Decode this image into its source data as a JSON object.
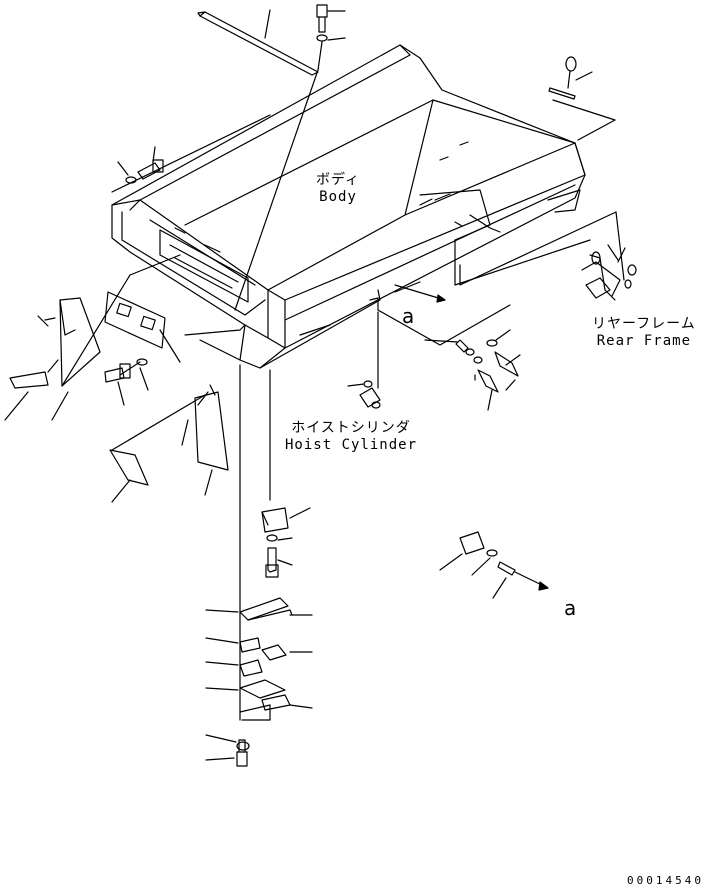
{
  "labels": {
    "body": {
      "jp": "ボディ",
      "en": "Body"
    },
    "rear_frame": {
      "jp": "リヤーフレーム",
      "en": "Rear Frame"
    },
    "hoist_cylinder": {
      "jp": "ホイストシリンダ",
      "en": "Hoist Cylinder"
    },
    "ref_a_top": "a",
    "ref_a_bottom": "a"
  },
  "drawing_number": "00014540",
  "colors": {
    "line": "#000000",
    "background": "#ffffff"
  }
}
